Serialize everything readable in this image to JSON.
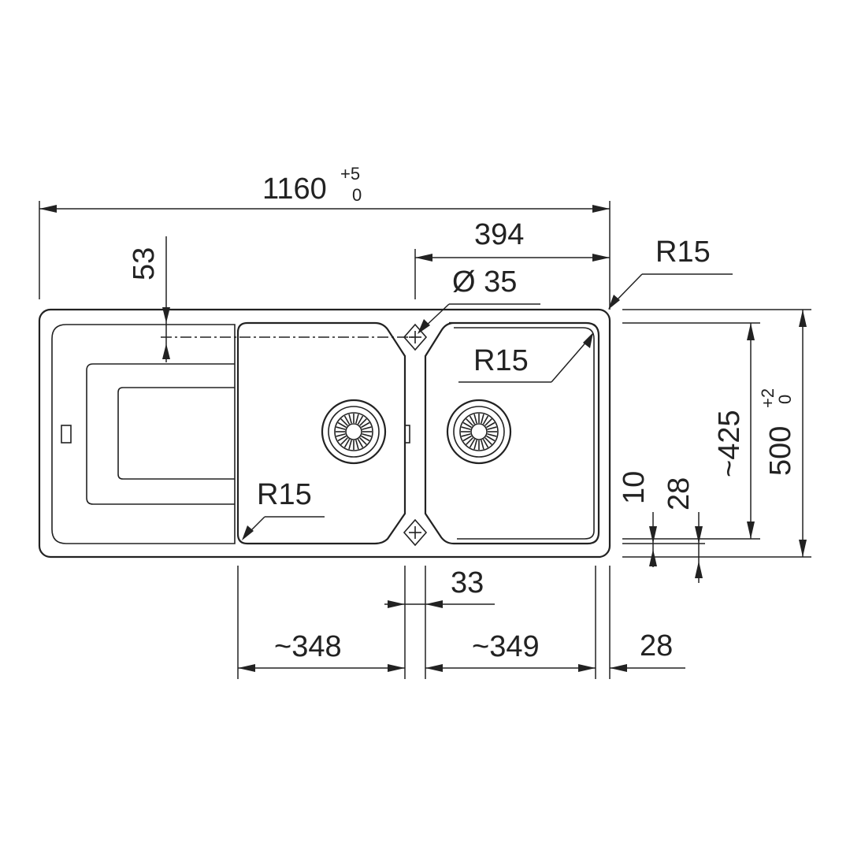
{
  "dimensions": {
    "overall_width": {
      "value": "1160",
      "tol_upper": "+5",
      "tol_lower": "0"
    },
    "overall_depth": {
      "value": "500",
      "tol_upper": "+2",
      "tol_lower": "0"
    },
    "right_bowl_width": "394",
    "tap_hole": "Ø 35",
    "corner_radius_outer": "R15",
    "corner_radius_right_bowl": "R15",
    "corner_radius_left_bowl": "R15",
    "drainer_offset": "53",
    "bowl_depth": "~425",
    "rim_10": "10",
    "rim_28_vertical": "28",
    "divider_width": "33",
    "left_bowl_width": "~348",
    "right_bowl_inner_width": "~349",
    "right_rim": "28"
  }
}
